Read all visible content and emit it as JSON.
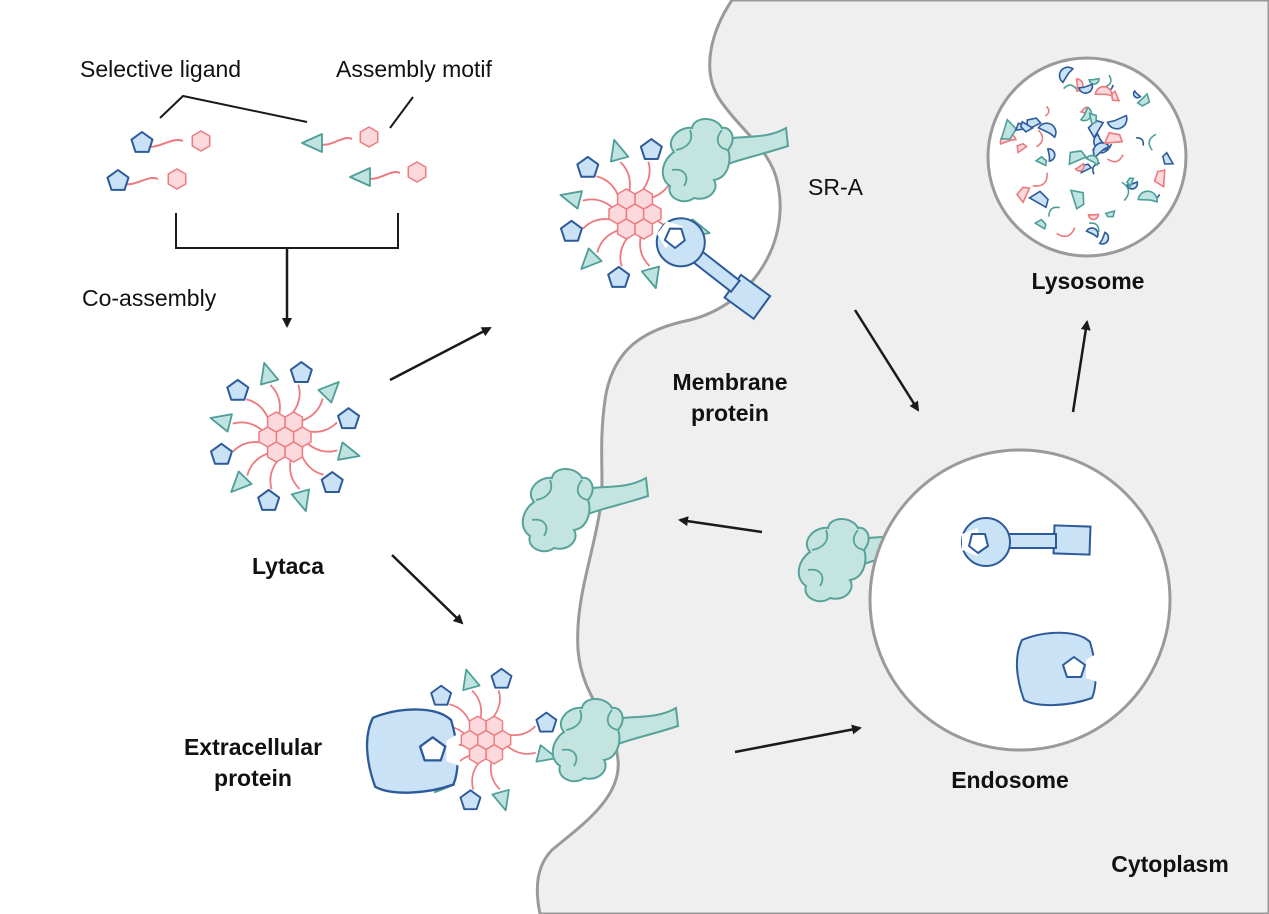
{
  "labels": {
    "selective_ligand": "Selective ligand",
    "assembly_motif": "Assembly motif",
    "co_assembly": "Co-assembly",
    "lytaca": "Lytaca",
    "sr_a": "SR-A",
    "membrane_protein": [
      "Membrane",
      "protein"
    ],
    "extracellular_protein": [
      "Extracellular",
      "protein"
    ],
    "lysosome": "Lysosome",
    "endosome": "Endosome",
    "cytoplasm": "Cytoplasm"
  },
  "colors": {
    "ligand_fill": "#c9e2f5",
    "ligand_stroke": "#2d5a9a",
    "motif_fill": "#bfe3e0",
    "motif_stroke": "#4e9e98",
    "linker": "#ec7a7e",
    "core_fill": "#fcd9dc",
    "core_stroke": "#ec7a7e",
    "membrane_fill": "#efefef",
    "membrane_stroke": "#9a9a9a",
    "receptor_fill": "#c3e4df",
    "receptor_stroke": "#57a39b",
    "arrow": "#1a1a1a"
  }
}
